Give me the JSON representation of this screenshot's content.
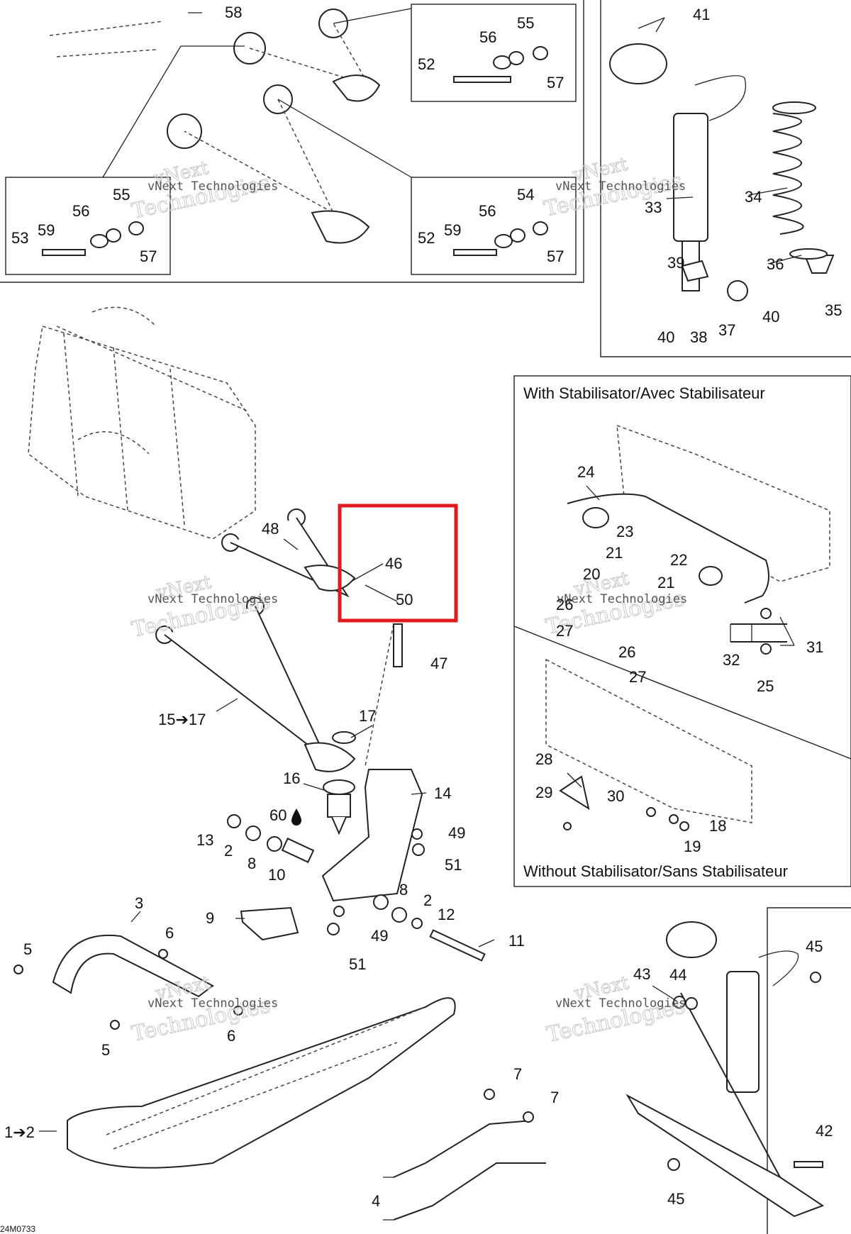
{
  "diagram_code": "24M0733",
  "panels": {
    "stabilisator_with": "With Stabilisator/Avec Stabilisateur",
    "stabilisator_without": "Without Stabilisator/Sans Stabilisateur"
  },
  "watermark": {
    "line1": "vNext",
    "line2": "Technologies",
    "small": "vNext Technologies"
  },
  "highlight": {
    "color": "#e0191e",
    "callouts": [
      "46",
      "50"
    ]
  },
  "callouts": {
    "c58": "58",
    "c55a": "55",
    "c56a": "56",
    "c52a": "52",
    "c57a": "57",
    "c55b": "55",
    "c56b": "56",
    "c59a": "59",
    "c53": "53",
    "c57b": "57",
    "c54": "54",
    "c56c": "56",
    "c59b": "59",
    "c52b": "52",
    "c57c": "57",
    "c41": "41",
    "c33": "33",
    "c34": "34",
    "c39": "39",
    "c36": "36",
    "c35": "35",
    "c40a": "40",
    "c38": "38",
    "c37": "37",
    "c40b": "40",
    "c48": "48",
    "c46": "46",
    "c50": "50",
    "c47": "47",
    "c15": "15➔17",
    "c17": "17",
    "c16": "16",
    "c14": "14",
    "c60": "60",
    "c13": "13",
    "c2a": "2",
    "c8a": "8",
    "c10": "10",
    "c49a": "49",
    "c51a": "51",
    "c8b": "8",
    "c2b": "2",
    "c12": "12",
    "c9": "9",
    "c49b": "49",
    "c51b": "51",
    "c11": "11",
    "c3": "3",
    "c5a": "5",
    "c6a": "6",
    "c5b": "5",
    "c6b": "6",
    "c1": "1➔2",
    "c7a": "7",
    "c7b": "7",
    "c4": "4",
    "c24": "24",
    "c23": "23",
    "c21a": "21",
    "c20": "20",
    "c22": "22",
    "c21b": "21",
    "c26a": "26",
    "c27a": "27",
    "c26b": "26",
    "c27b": "27",
    "c32": "32",
    "c31": "31",
    "c25": "25",
    "c28": "28",
    "c29": "29",
    "c30": "30",
    "c18": "18",
    "c19": "19",
    "c45a": "45",
    "c43": "43",
    "c44": "44",
    "c42": "42",
    "c45b": "45"
  }
}
